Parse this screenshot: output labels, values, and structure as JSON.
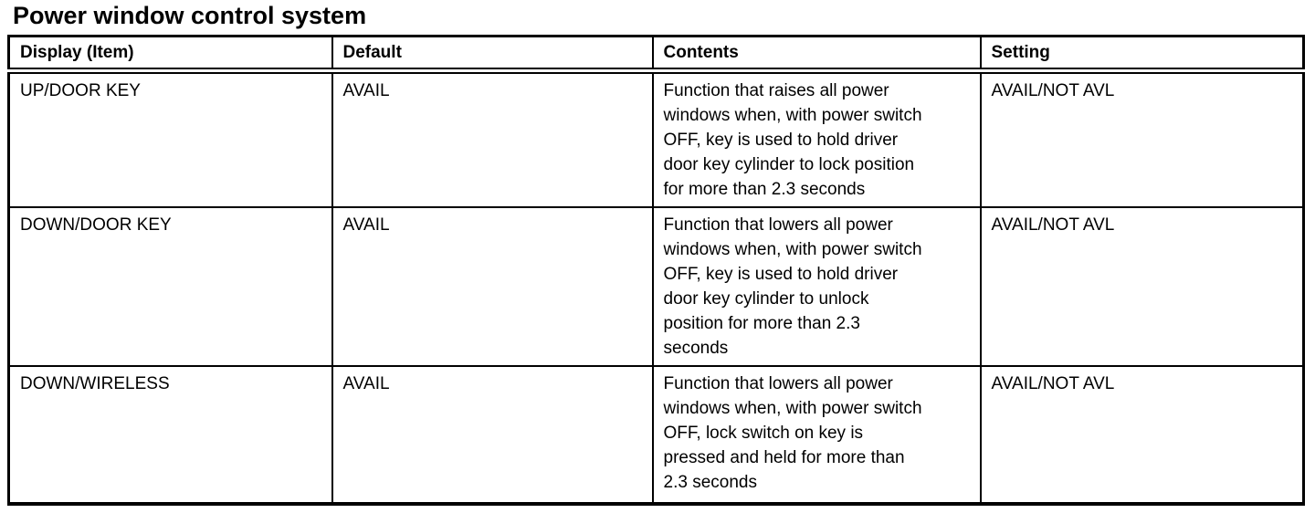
{
  "title": "Power window control system",
  "table": {
    "headers": [
      "Display (Item)",
      "Default",
      "Contents",
      "Setting"
    ],
    "rows": [
      {
        "display": "UP/DOOR KEY",
        "default": "AVAIL",
        "contents": "Function that raises all power\nwindows when, with power switch\nOFF, key is used to hold driver\ndoor key cylinder to lock position\nfor more than 2.3 seconds",
        "setting": "AVAIL/NOT AVL"
      },
      {
        "display": "DOWN/DOOR KEY",
        "default": "AVAIL",
        "contents": "Function that lowers all power\nwindows when, with power switch\nOFF, key is used to hold driver\ndoor key cylinder to unlock\nposition for more than 2.3\nseconds",
        "setting": "AVAIL/NOT AVL"
      },
      {
        "display": "DOWN/WIRELESS",
        "default": "AVAIL",
        "contents": "Function that lowers all power\nwindows when, with power switch\nOFF, lock switch on key is\npressed and held for more than\n2.3 seconds",
        "setting": "AVAIL/NOT AVL"
      }
    ]
  }
}
